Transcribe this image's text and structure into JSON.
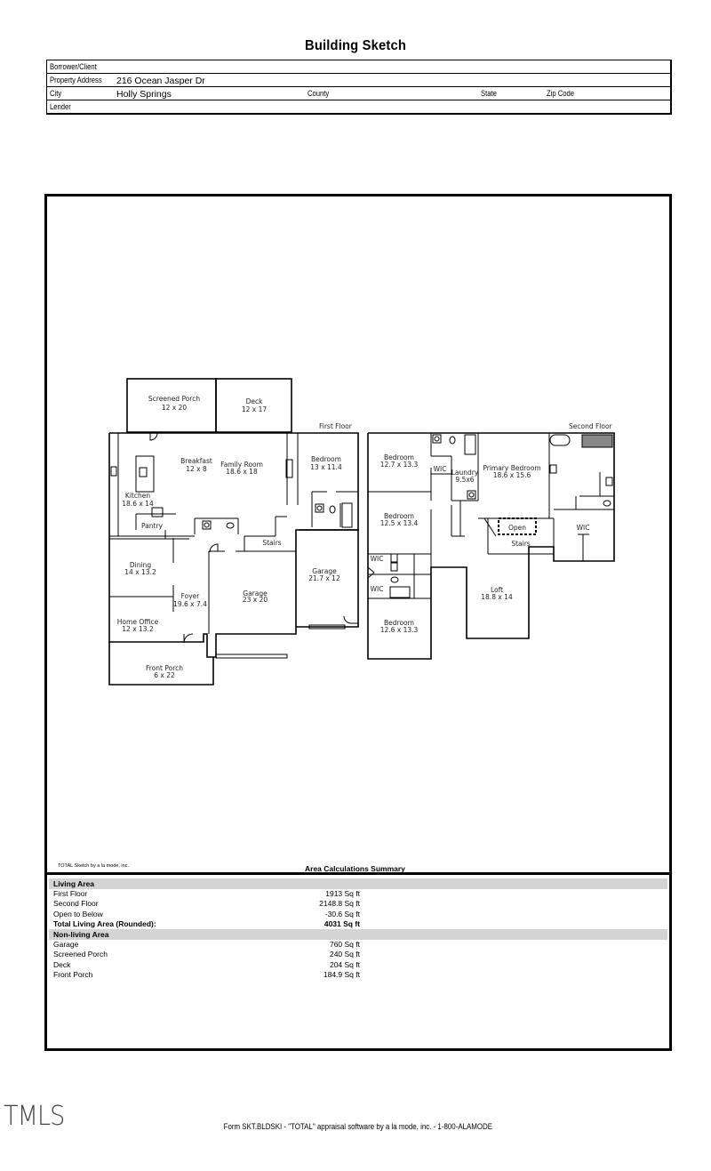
{
  "title": "Building Sketch",
  "info": {
    "borrower_label": "Borrower/Client",
    "borrower_value": "",
    "address_label": "Property Address",
    "address_value": "216 Ocean Jasper Dr",
    "city_label": "City",
    "city_value": "Holly Springs",
    "county_label": "County",
    "state_label": "State",
    "zip_label": "Zip Code",
    "lender_label": "Lender"
  },
  "first_floor": {
    "label": "First Floor",
    "rooms": [
      {
        "name": "Screened Porch",
        "dims": "12 x 20"
      },
      {
        "name": "Deck",
        "dims": "12 x 17"
      },
      {
        "name": "Breakfast",
        "dims": "12 x 8"
      },
      {
        "name": "Family Room",
        "dims": "18.6 x 18"
      },
      {
        "name": "Bedroom",
        "dims": "13 x 11.4"
      },
      {
        "name": "Kitchen",
        "dims": "18.6 x 14"
      },
      {
        "name": "Pantry",
        "dims": ""
      },
      {
        "name": "Stairs",
        "dims": ""
      },
      {
        "name": "Dining",
        "dims": "14 x 13.2"
      },
      {
        "name": "Garage",
        "dims": "21.7 x 12"
      },
      {
        "name": "Foyer",
        "dims": "19.6 x 7.4"
      },
      {
        "name": "Garage",
        "dims": "23 x 20"
      },
      {
        "name": "Home Office",
        "dims": "12 x 13.2"
      },
      {
        "name": "Front Porch",
        "dims": "6 x 22"
      }
    ]
  },
  "second_floor": {
    "label": "Second Floor",
    "rooms": [
      {
        "name": "Bedroom",
        "dims": "12.7 x 13.3"
      },
      {
        "name": "WIC",
        "dims": ""
      },
      {
        "name": "Laundry",
        "dims": "9.5x6"
      },
      {
        "name": "Primary Bedroom",
        "dims": "18.6 x 15.6"
      },
      {
        "name": "Bedroom",
        "dims": "12.5 x 13.4"
      },
      {
        "name": "Open",
        "dims": ""
      },
      {
        "name": "Stairs",
        "dims": ""
      },
      {
        "name": "WIC",
        "dims": ""
      },
      {
        "name": "WIC",
        "dims": ""
      },
      {
        "name": "WIC",
        "dims": ""
      },
      {
        "name": "Loft",
        "dims": "18.8 x 14"
      },
      {
        "name": "Bedroom",
        "dims": "12.6 x 13.3"
      }
    ]
  },
  "credit": "TOTAL Sketch by a la mode, inc.",
  "summary": {
    "title": "Area Calculations Summary",
    "living_header": "Living Area",
    "living_rows": [
      {
        "label": "First Floor",
        "value": "1913 Sq ft"
      },
      {
        "label": "Second Floor",
        "value": "2148.8 Sq ft"
      },
      {
        "label": "Open to Below",
        "value": "-30.6 Sq ft"
      }
    ],
    "total_label": "Total Living Area (Rounded):",
    "total_value": "4031 Sq ft",
    "nonliving_header": "Non-living Area",
    "nonliving_rows": [
      {
        "label": "Garage",
        "value": "760 Sq ft"
      },
      {
        "label": "Screened Porch",
        "value": "240 Sq ft"
      },
      {
        "label": "Deck",
        "value": "204 Sq ft"
      },
      {
        "label": "Front Porch",
        "value": "184.9 Sq ft"
      }
    ]
  },
  "watermark": "TMLS",
  "footer": "Form SKT.BLDSKI - \"TOTAL\" appraisal software by a la mode, inc. - 1-800-ALAMODE"
}
